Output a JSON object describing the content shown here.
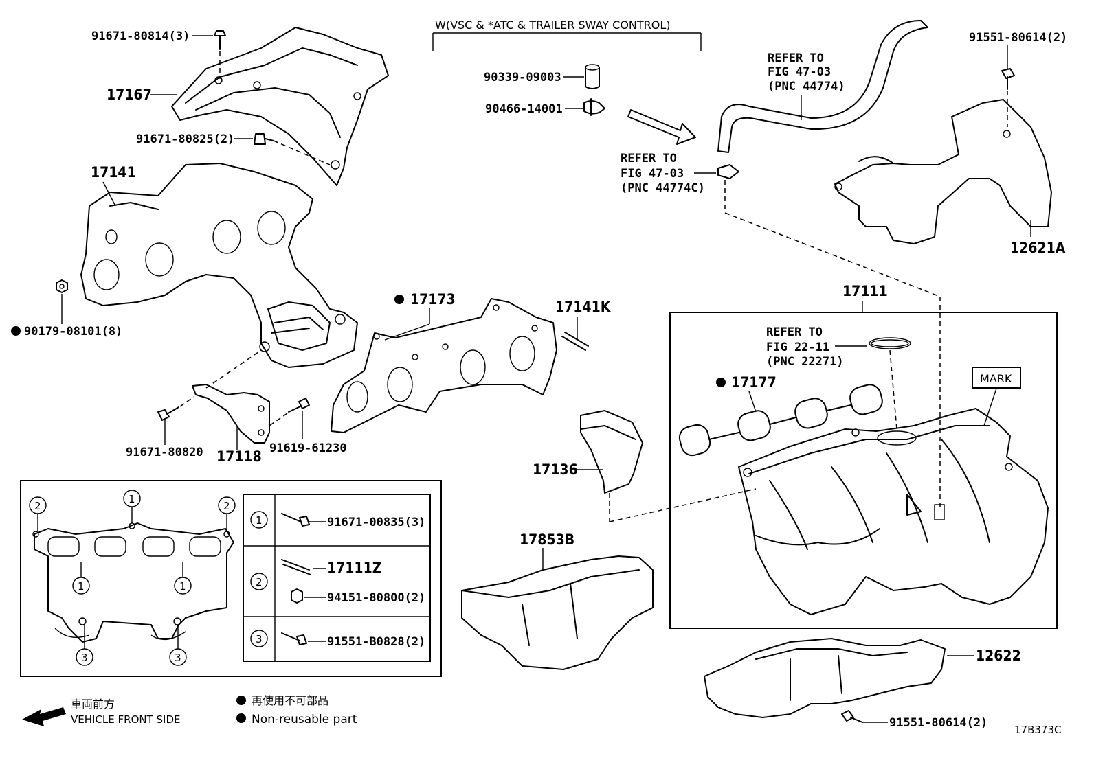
{
  "header": {
    "variant_note": "W(VSC & *ATC & TRAILER SWAY CONTROL)"
  },
  "labels": {
    "p91671_80814": "91671-80814(3)",
    "p17167": "17167",
    "p91671_80825": "91671-80825(2)",
    "p17141": "17141",
    "p90179_08101": "90179-08101(8)",
    "p90339_09003": "90339-09003",
    "p90466_14001": "90466-14001",
    "p17173": "17173",
    "p17141K": "17141K",
    "p91671_80820": "91671-80820",
    "p17118": "17118",
    "p91619_61230": "91619-61230",
    "p91551_80614_top": "91551-80614(2)",
    "p12621A": "12621A",
    "p17111": "17111",
    "p17177": "17177",
    "p17136": "17136",
    "p17853B": "17853B",
    "p12622": "12622",
    "p91551_80614_bottom": "91551-80614(2)",
    "mark": "MARK",
    "diagram_code": "17B373C"
  },
  "refers": [
    {
      "line1": "REFER TO",
      "line2": "FIG 47-03",
      "line3": "(PNC 44774)"
    },
    {
      "line1": "REFER TO",
      "line2": "FIG 47-03",
      "line3": "(PNC 44774C)"
    },
    {
      "line1": "REFER TO",
      "line2": "FIG 22-11",
      "line3": "(PNC 22271)"
    }
  ],
  "bolt_table": {
    "rows": [
      {
        "num": "1",
        "parts": [
          "91671-00835(3)"
        ]
      },
      {
        "num": "2",
        "parts": [
          "17111Z",
          "94151-80800(2)"
        ]
      },
      {
        "num": "3",
        "parts": [
          "91551-B0828(2)"
        ]
      }
    ]
  },
  "gasket_detail": {
    "callouts": [
      "1",
      "2",
      "3"
    ]
  },
  "legend": {
    "front_jp": "車両前方",
    "front_en": "VEHICLE FRONT SIDE",
    "nonreusable_jp": "再使用不可部品",
    "nonreusable_en": "Non-reusable part"
  }
}
